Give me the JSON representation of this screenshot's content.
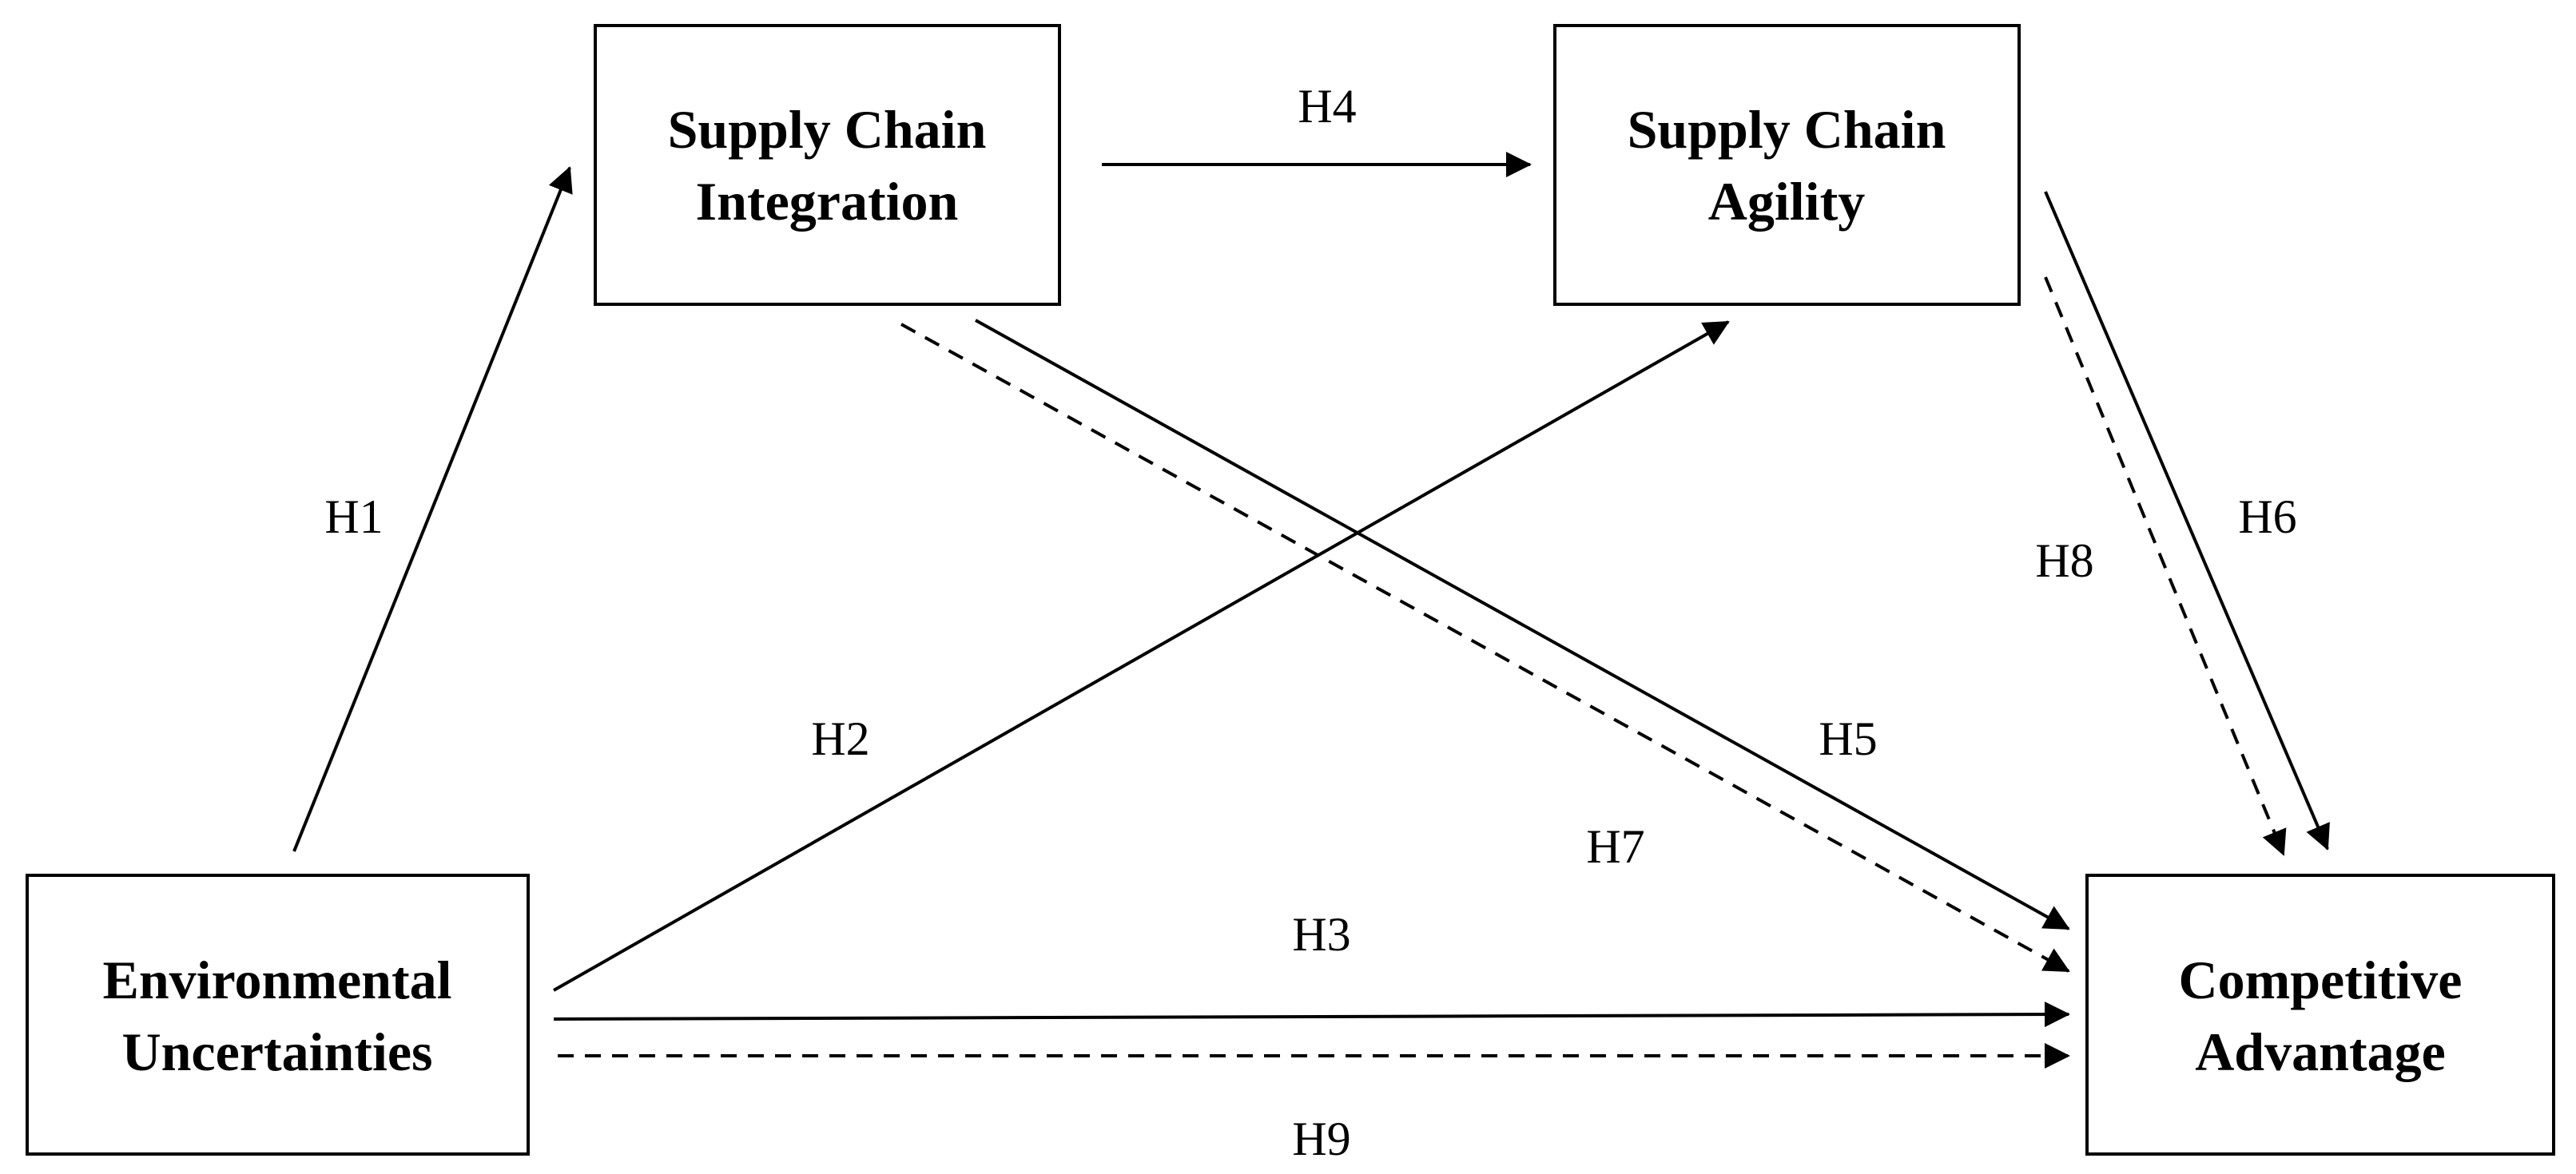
{
  "nodes": {
    "sci": {
      "line1": "Supply Chain",
      "line2": "Integration"
    },
    "sca": {
      "line1": "Supply Chain",
      "line2": "Agility"
    },
    "eu": {
      "line1": "Environmental",
      "line2": "Uncertainties"
    },
    "ca": {
      "line1": "Competitive",
      "line2": "Advantage"
    }
  },
  "hypotheses": {
    "h1": "H1",
    "h2": "H2",
    "h3": "H3",
    "h4": "H4",
    "h5": "H5",
    "h6": "H6",
    "h7": "H7",
    "h8": "H8",
    "h9": "H9"
  },
  "relationships": [
    {
      "id": "h1",
      "from": "eu",
      "to": "sci",
      "style": "solid"
    },
    {
      "id": "h2",
      "from": "eu",
      "to": "sca",
      "style": "solid"
    },
    {
      "id": "h3",
      "from": "eu",
      "to": "ca",
      "style": "solid"
    },
    {
      "id": "h4",
      "from": "sci",
      "to": "sca",
      "style": "solid"
    },
    {
      "id": "h5",
      "from": "sci",
      "to": "ca",
      "style": "solid"
    },
    {
      "id": "h6",
      "from": "sca",
      "to": "ca",
      "style": "solid"
    },
    {
      "id": "h7",
      "from": "sci",
      "to": "ca",
      "style": "dashed"
    },
    {
      "id": "h8",
      "from": "sca",
      "to": "ca",
      "style": "dashed"
    },
    {
      "id": "h9",
      "from": "eu",
      "to": "ca",
      "style": "dashed"
    }
  ],
  "colors": {
    "stroke": "#000000",
    "background": "#ffffff"
  }
}
